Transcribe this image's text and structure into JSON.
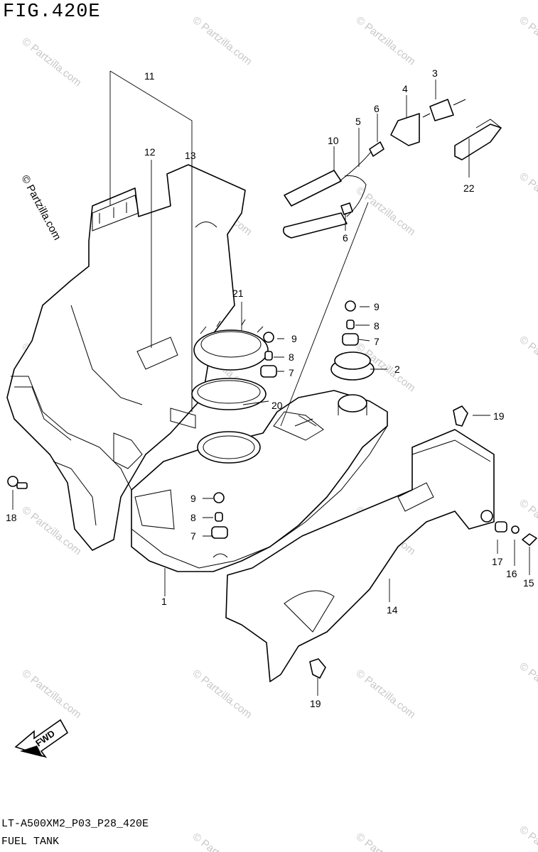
{
  "header": {
    "figure_title": "FIG.420E"
  },
  "footer": {
    "code": "LT-A500XM2_P03_P28_420E",
    "name": "FUEL TANK"
  },
  "watermark": {
    "site": "© Partzilla.com",
    "side": "© Partzilla.com"
  },
  "fwd_arrow": {
    "label": "FWD"
  },
  "callouts": {
    "c1": "1",
    "c2": "2",
    "c3": "3",
    "c4": "4",
    "c5": "5",
    "c6a": "6",
    "c6b": "6",
    "c7a": "7",
    "c7b": "7",
    "c7c": "7",
    "c8a": "8",
    "c8b": "8",
    "c8c": "8",
    "c9a": "9",
    "c9b": "9",
    "c9c": "9",
    "c10": "10",
    "c11": "11",
    "c12": "12",
    "c13": "13",
    "c14": "14",
    "c15": "15",
    "c16": "16",
    "c17": "17",
    "c18": "18",
    "c19a": "19",
    "c19b": "19",
    "c20": "20",
    "c21": "21",
    "c22": "22"
  }
}
